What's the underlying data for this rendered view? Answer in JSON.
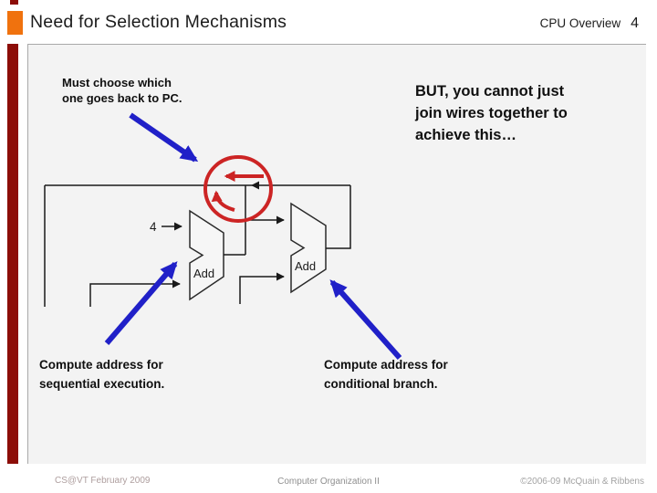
{
  "header": {
    "title": "Need for Selection Mechanisms",
    "context": "CPU Overview",
    "slide_number": "4"
  },
  "annotations": {
    "must_choose": {
      "lines": [
        "Must choose which",
        "one goes back to PC."
      ]
    },
    "but": {
      "lines": [
        "BUT, you cannot just",
        "join wires together to",
        "achieve this…"
      ]
    },
    "sequential": {
      "lines": [
        "Compute address for",
        "sequential execution."
      ]
    },
    "conditional": {
      "lines": [
        "Compute address for",
        "conditional branch."
      ]
    }
  },
  "diagram": {
    "adder_left_label": "Add",
    "adder_right_label": "Add",
    "four_label": "4"
  },
  "footer": {
    "left": "CS@VT February 2009",
    "center": "Computer Organization II",
    "right": "©2006-09 McQuain & Ribbens"
  },
  "colors": {
    "accent_orange": "#F0720E",
    "bar_maroon": "#8C0D08",
    "arrow_blue": "#2020C8",
    "annotation_red": "#CC2424",
    "wire_black": "#1A1A1A"
  }
}
